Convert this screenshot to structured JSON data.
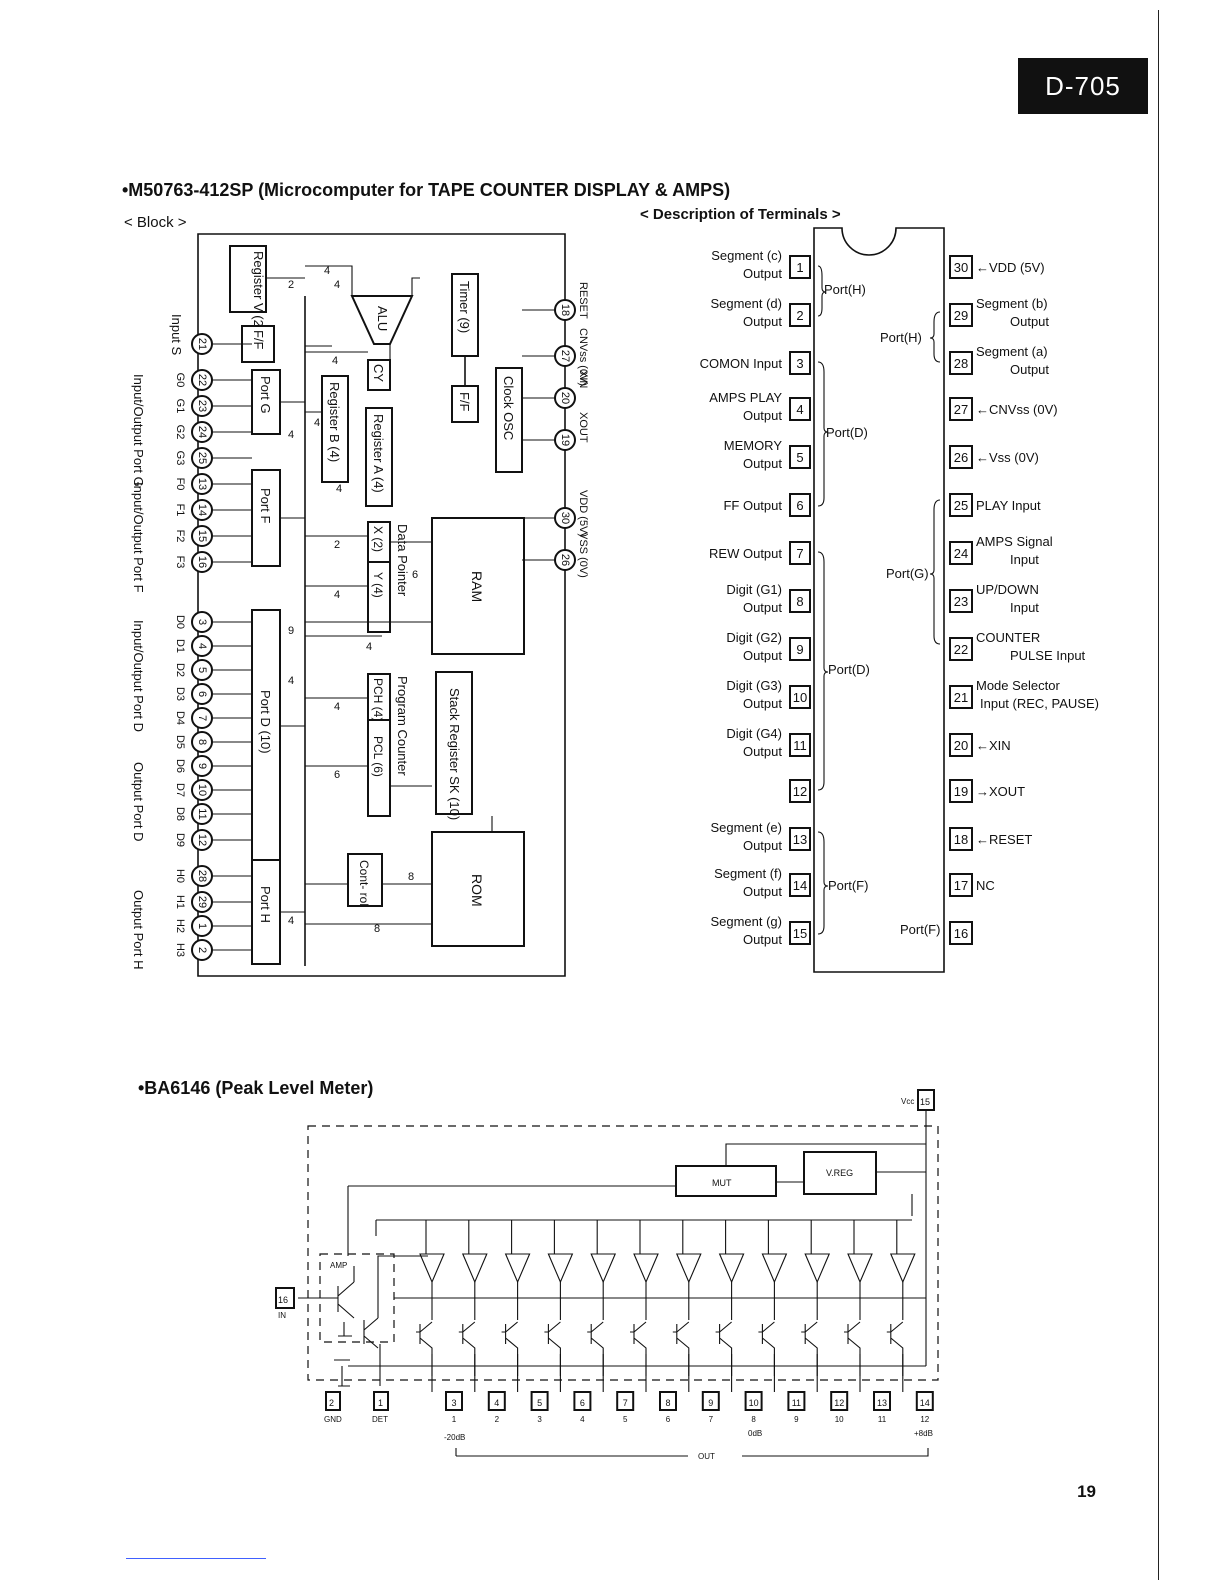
{
  "header": {
    "model": "D-705"
  },
  "page_number": "19",
  "mcu": {
    "title": "•M50763-412SP (Microcomputer for TAPE COUNTER DISPLAY & AMPS)",
    "block_label": "< Block >",
    "desc_label": "< Description of Terminals >"
  },
  "block": {
    "register_v": "Register V (2)",
    "alu": "ALU",
    "cy": "CY",
    "ff": "F/F",
    "timer": "Timer (9)",
    "timer_ff": "F/F",
    "clock": "Clock OSC",
    "register_b": "Register B (4)",
    "register_a": "Register A (4)",
    "port_g": "Port G",
    "port_f": "Port F",
    "port_d": "Port D (10)",
    "port_h": "Port H",
    "ram": "RAM",
    "rom": "ROM",
    "data_pointer": "Data Pointer",
    "x_reg": "X (2)",
    "y_reg": "Y (4)",
    "program_counter": "Program Counter",
    "pch": "PCH (4)",
    "pcl": "PCL (6)",
    "stack": "Stack Register SK (10)",
    "control": "Cont- rol",
    "bus_widths": [
      "2",
      "4",
      "4",
      "4",
      "4",
      "4",
      "4",
      "2",
      "4",
      "6",
      "9",
      "4",
      "4",
      "4",
      "6",
      "8",
      "8",
      "4"
    ],
    "left_labels": [
      {
        "name": "Input S",
        "pins": [
          "21"
        ]
      },
      {
        "name": "Input/Output Port G",
        "pins": [
          "22",
          "23",
          "24",
          "25"
        ],
        "bits": [
          "G0",
          "G1",
          "G2",
          "G3"
        ]
      },
      {
        "name": "Input/Output Port F",
        "pins": [
          "13",
          "14",
          "15",
          "16"
        ],
        "bits": [
          "F0",
          "F1",
          "F2",
          "F3"
        ]
      },
      {
        "name": "Input/Output Port D",
        "pins": [
          "3",
          "4",
          "5",
          "6"
        ],
        "bits": [
          "D0",
          "D1",
          "D2",
          "D3"
        ]
      },
      {
        "name": "Output Port D",
        "pins": [
          "7",
          "8",
          "9",
          "10",
          "11",
          "12"
        ],
        "bits": [
          "D4",
          "D5",
          "D6",
          "D7",
          "D8",
          "D9"
        ]
      },
      {
        "name": "Output Port H",
        "pins": [
          "28",
          "29",
          "1",
          "2"
        ],
        "bits": [
          "H0",
          "H1",
          "H2",
          "H3"
        ]
      }
    ],
    "right_pins": [
      {
        "pin": "18",
        "label": "RESET"
      },
      {
        "pin": "27",
        "label": "CNVss (0V)"
      },
      {
        "pin": "20",
        "label": "XIN"
      },
      {
        "pin": "19",
        "label": "XOUT"
      },
      {
        "pin": "30",
        "label": "VDD (5V)"
      },
      {
        "pin": "26",
        "label": "VSS (0V)"
      }
    ]
  },
  "terminals": {
    "left": [
      {
        "num": "1",
        "label1": "Segment (c)",
        "label2": "Output"
      },
      {
        "num": "2",
        "label1": "Segment (d)",
        "label2": "Output"
      },
      {
        "num": "3",
        "label1": "COMON Input",
        "label2": ""
      },
      {
        "num": "4",
        "label1": "AMPS PLAY",
        "label2": "Output"
      },
      {
        "num": "5",
        "label1": "MEMORY",
        "label2": "Output"
      },
      {
        "num": "6",
        "label1": "FF Output",
        "label2": ""
      },
      {
        "num": "7",
        "label1": "REW Output",
        "label2": ""
      },
      {
        "num": "8",
        "label1": "Digit (G1)",
        "label2": "Output"
      },
      {
        "num": "9",
        "label1": "Digit (G2)",
        "label2": "Output"
      },
      {
        "num": "10",
        "label1": "Digit (G3)",
        "label2": "Output"
      },
      {
        "num": "11",
        "label1": "Digit (G4)",
        "label2": "Output"
      },
      {
        "num": "12",
        "label1": "",
        "label2": ""
      },
      {
        "num": "13",
        "label1": "Segment (e)",
        "label2": "Output"
      },
      {
        "num": "14",
        "label1": "Segment (f)",
        "label2": "Output"
      },
      {
        "num": "15",
        "label1": "Segment (g)",
        "label2": "Output"
      }
    ],
    "right": [
      {
        "num": "30",
        "label1": "←VDD (5V)",
        "label2": ""
      },
      {
        "num": "29",
        "label1": "Segment (b)",
        "label2": "Output"
      },
      {
        "num": "28",
        "label1": "Segment (a)",
        "label2": "Output"
      },
      {
        "num": "27",
        "label1": "←CNVss (0V)",
        "label2": ""
      },
      {
        "num": "26",
        "label1": "←Vss (0V)",
        "label2": ""
      },
      {
        "num": "25",
        "label1": "PLAY Input",
        "label2": ""
      },
      {
        "num": "24",
        "label1": "AMPS Signal",
        "label2": "Input"
      },
      {
        "num": "23",
        "label1": "UP/DOWN",
        "label2": "Input"
      },
      {
        "num": "22",
        "label1": "COUNTER",
        "label2": "PULSE Input"
      },
      {
        "num": "21",
        "label1": "Mode Selector",
        "label2": "Input (REC, PAUSE)"
      },
      {
        "num": "20",
        "label1": "←XIN",
        "label2": ""
      },
      {
        "num": "19",
        "label1": "→XOUT",
        "label2": ""
      },
      {
        "num": "18",
        "label1": "←RESET",
        "label2": ""
      },
      {
        "num": "17",
        "label1": "NC",
        "label2": ""
      },
      {
        "num": "16",
        "label1": "",
        "label2": ""
      }
    ],
    "port_labels": {
      "h_left": "Port(H)",
      "h_right": "Port(H)",
      "d_upper": "Port(D)",
      "g": "Port(G)",
      "d_lower": "Port(D)",
      "f_left": "Port(F)",
      "f_right": "Port(F)"
    }
  },
  "meter": {
    "title": "•BA6146 (Peak Level Meter)",
    "vcc": "Vcc",
    "vcc_pin": "15",
    "mut": "MUT",
    "vreg": "V.REG",
    "amp": "AMP",
    "in_pin": "16",
    "in_label": "IN",
    "gnd_pin": "2",
    "gnd_label": "GND",
    "det_pin": "1",
    "det_label": "DET",
    "outputs": [
      {
        "pin": "3",
        "num": "1"
      },
      {
        "pin": "4",
        "num": "2"
      },
      {
        "pin": "5",
        "num": "3"
      },
      {
        "pin": "6",
        "num": "4"
      },
      {
        "pin": "7",
        "num": "5"
      },
      {
        "pin": "8",
        "num": "6"
      },
      {
        "pin": "9",
        "num": "7"
      },
      {
        "pin": "10",
        "num": "8"
      },
      {
        "pin": "11",
        "num": "9"
      },
      {
        "pin": "12",
        "num": "10"
      },
      {
        "pin": "13",
        "num": "11"
      },
      {
        "pin": "14",
        "num": "12"
      }
    ],
    "db_low": "-20dB",
    "db_mid": "0dB",
    "db_high": "+8dB",
    "out_label": "OUT"
  }
}
